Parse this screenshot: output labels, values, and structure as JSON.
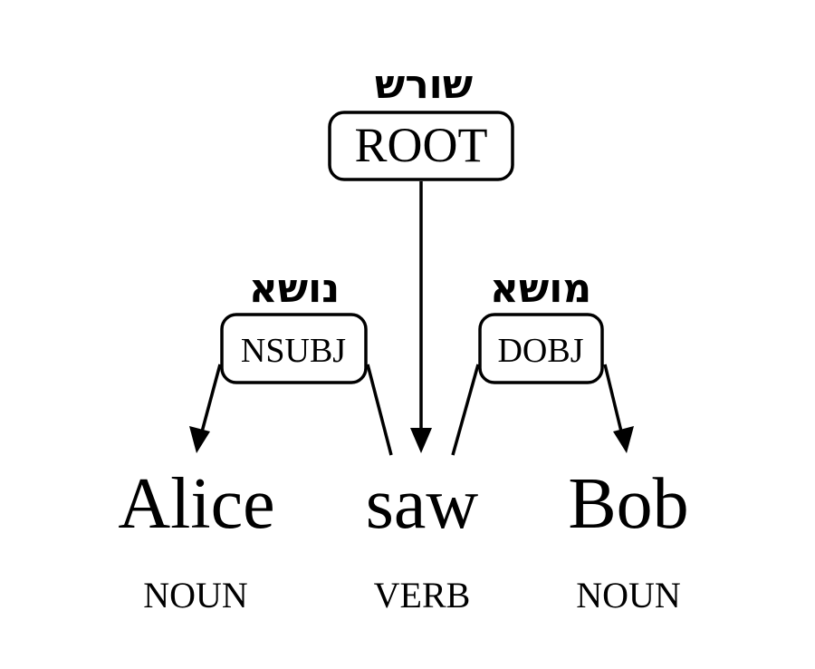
{
  "relations": {
    "root": {
      "label": "ROOT",
      "translation": "שורש"
    },
    "nsubj": {
      "label": "NSUBJ",
      "translation": "נושא"
    },
    "dobj": {
      "label": "DOBJ",
      "translation": "מושא"
    }
  },
  "tokens": [
    {
      "word": "Alice",
      "pos": "NOUN"
    },
    {
      "word": "saw",
      "pos": "VERB"
    },
    {
      "word": "Bob",
      "pos": "NOUN"
    }
  ]
}
